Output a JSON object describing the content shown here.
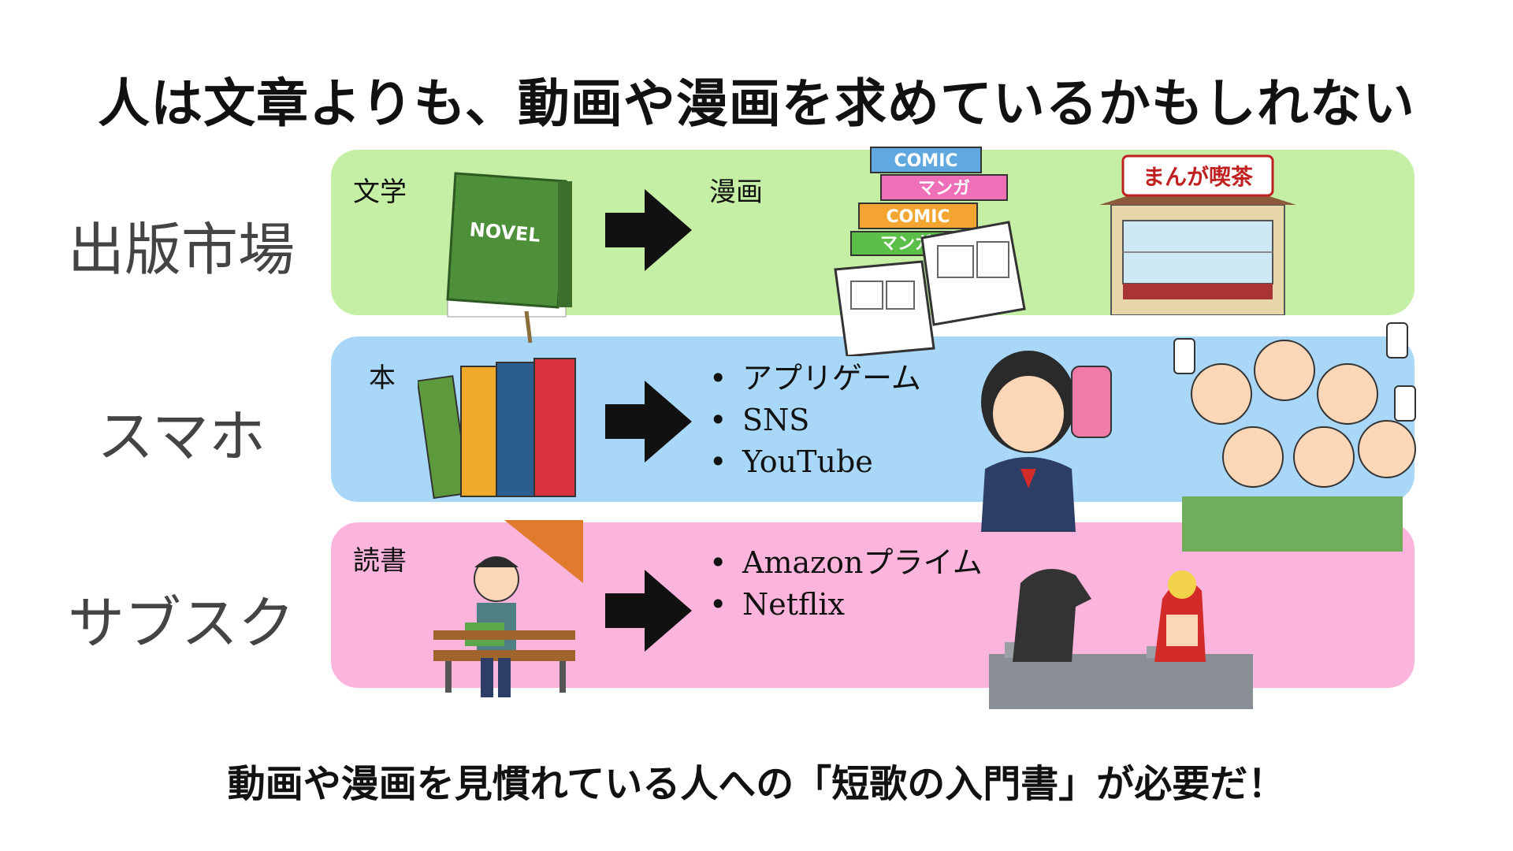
{
  "title": "人は文章よりも、動画や漫画を求めているかもしれない",
  "footer": "動画や漫画を見慣れている人への「短歌の入門書」が必要だ！",
  "rows": [
    {
      "label": "出版市場",
      "from": "文学",
      "to": "漫画",
      "book_cover_text": "NOVEL",
      "comic_stack": [
        "COMIC",
        "マンガ",
        "COMIC",
        "マンガ"
      ],
      "cafe_sign": "まんが喫茶"
    },
    {
      "label": "スマホ",
      "from": "本",
      "bullets": [
        "アプリゲーム",
        "SNS",
        "YouTube"
      ]
    },
    {
      "label": "サブスク",
      "from": "読書",
      "bullets": [
        "Amazonプライム",
        "Netflix"
      ]
    }
  ],
  "colors": {
    "green_band": "#c6efa6",
    "blue_band": "#a9d7f7",
    "pink_band": "#fbb4dc"
  },
  "icons": [
    "novel-book-icon",
    "comic-stack-icon",
    "manga-cafe-icon",
    "bookshelf-icon",
    "selfie-girl-icon",
    "phone-crowd-icon",
    "reading-bench-icon",
    "monster-fight-icon",
    "arrow-right-icon"
  ]
}
